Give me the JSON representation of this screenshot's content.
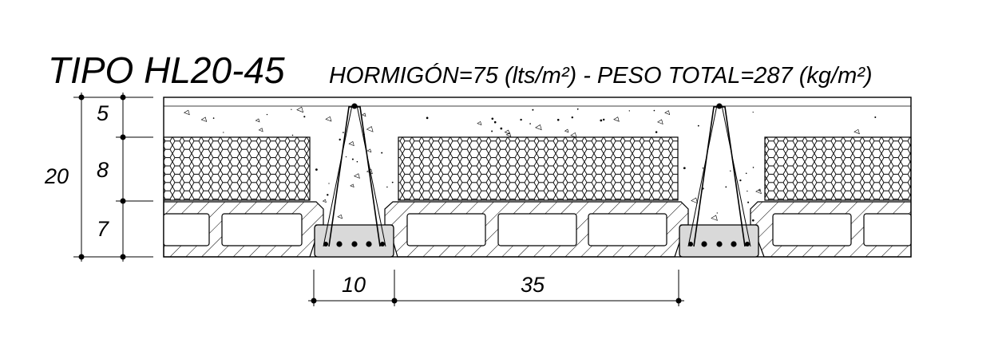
{
  "title": {
    "type_label": "TIPO HL20-45",
    "specs": "HORMIGÓN=75 (lts/m²) - PESO TOTAL=287 (kg/m²)"
  },
  "dimensions": {
    "total_height": "20",
    "layers": [
      "5",
      "8",
      "7"
    ],
    "joist_width": "10",
    "block_span": "35"
  },
  "colors": {
    "line": "#000000",
    "joist_fill": "#d9d9d9",
    "concrete_fill": "#ffffff"
  }
}
